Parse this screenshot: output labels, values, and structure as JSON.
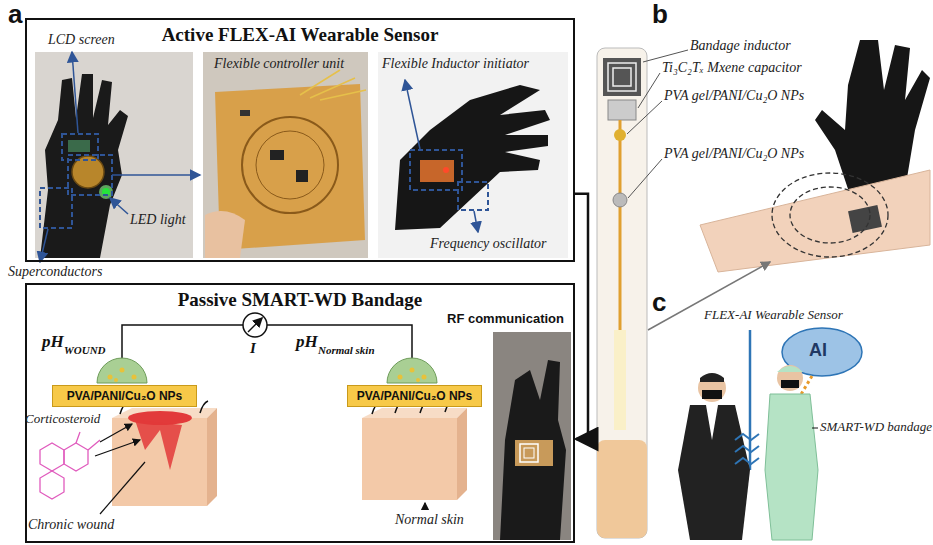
{
  "diagram": {
    "nodes": [
      {
        "text": [
          "Active FLEX-AI Wearable Sensor"
        ]
      },
      {
        "text": [
          "Passive SMART-WD Bandage"
        ]
      },
      {
        "text": [
          "PVA/PANI/Cu₂O NPs"
        ],
        "in": 1
      },
      {
        "text": [
          "PVA/PANI/Cu₂O NPs"
        ],
        "in": 1
      }
    ],
    "edges": [
      {
        "from": 0,
        "to": 1,
        "arrow": "to",
        "label": "RF communication"
      }
    ],
    "labels": [
      "a",
      "b",
      "c",
      "LCD screen",
      "Flexible controller unit",
      "Flexible Inductor initiator",
      "LED light",
      "Superconductors",
      "Frequency oscillator",
      "pH",
      "WOUND",
      "I",
      "pH",
      "Normal skin",
      "Corticosteroid",
      "Chronic wound",
      "Normal skin",
      "Bandage inductor",
      "Ti₃C₂Tₓ Mxene capacitor",
      "PVA gel/PANI/Cu₂O NPs",
      "PVA gel/PANI/Cu₂O NPs",
      "FLEX-AI Wearable Sensor",
      "AI",
      "SMART-WD bandage"
    ]
  }
}
